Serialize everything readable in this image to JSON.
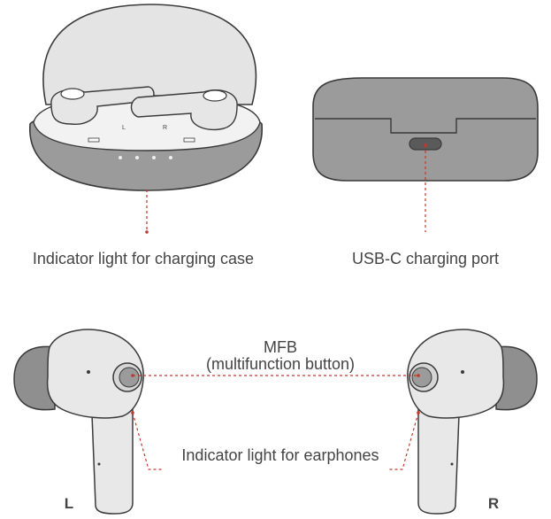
{
  "labels": {
    "case_indicator": "Indicator light for charging case",
    "usb_port": "USB-C charging port",
    "mfb_line1": "MFB",
    "mfb_line2": "(multifunction button)",
    "earphone_indicator": "Indicator light for earphones",
    "left_earphone": "L",
    "right_earphone": "R",
    "case_left_slot": "L",
    "case_right_slot": "R"
  },
  "colors": {
    "callout_line": "#c0392b",
    "outline": "#3a3a3a",
    "case_body": "#9b9b9b",
    "case_lid": "#e2e2e2",
    "earphone_body": "#e8e8e8",
    "ear_tip": "#8f8f8f",
    "label_text": "#444444"
  }
}
